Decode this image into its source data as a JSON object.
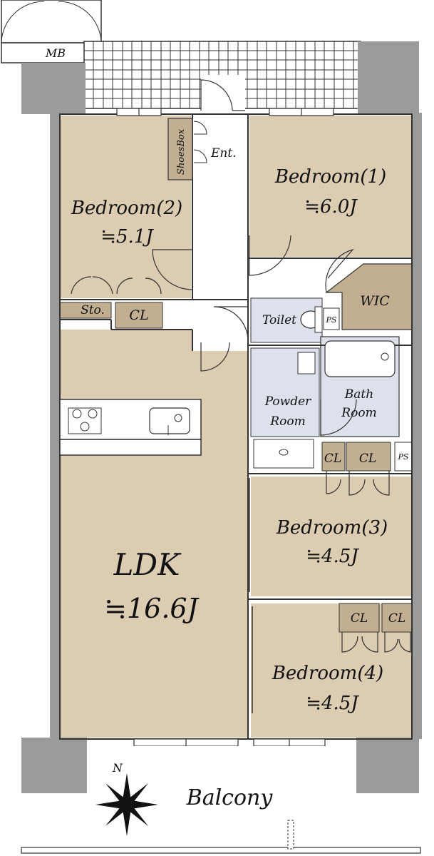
{
  "plan": {
    "meter_box": "MB",
    "shoes_box": "ShoesBox",
    "entrance": "Ent.",
    "bedroom1": {
      "name": "Bedroom(1)",
      "size": "≒6.0J"
    },
    "bedroom2": {
      "name": "Bedroom(2)",
      "size": "≒5.1J"
    },
    "bedroom3": {
      "name": "Bedroom(3)",
      "size": "≒4.5J"
    },
    "bedroom4": {
      "name": "Bedroom(4)",
      "size": "≒4.5J"
    },
    "ldk": {
      "name": "LDK",
      "size": "≒16.6J"
    },
    "wic": "WIC",
    "toilet": "Toilet",
    "ps": "PS",
    "storage": "Sto.",
    "closet": "CL",
    "powder_room": [
      "Powder",
      "Room"
    ],
    "bath_room": [
      "Bath",
      "Room"
    ],
    "balcony": "Balcony",
    "north": "N"
  },
  "colors": {
    "room": "#dccdb2",
    "wet": "#dde1ec",
    "storage": "#c2ae91",
    "wall": "#9b9b9b",
    "outline": "#333333"
  }
}
